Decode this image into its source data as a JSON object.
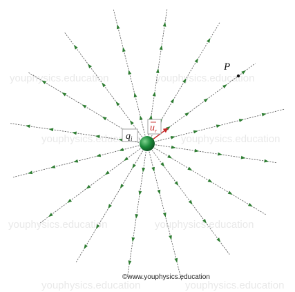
{
  "diagram": {
    "charge_label": "q",
    "charge_subscript": "i",
    "unit_vector_label": "u",
    "unit_vector_subscript": "r",
    "point_label": "P",
    "watermark": "youphysics.education",
    "credit": "©www.youphysics.education",
    "field_line_count": 16,
    "colors": {
      "background": "#ffffff",
      "field_line": "#666666",
      "arrow": "#2e7d32",
      "charge": "#1b8a3a",
      "unit_vector": "#c62828",
      "watermark": "#e9e9e9"
    }
  }
}
